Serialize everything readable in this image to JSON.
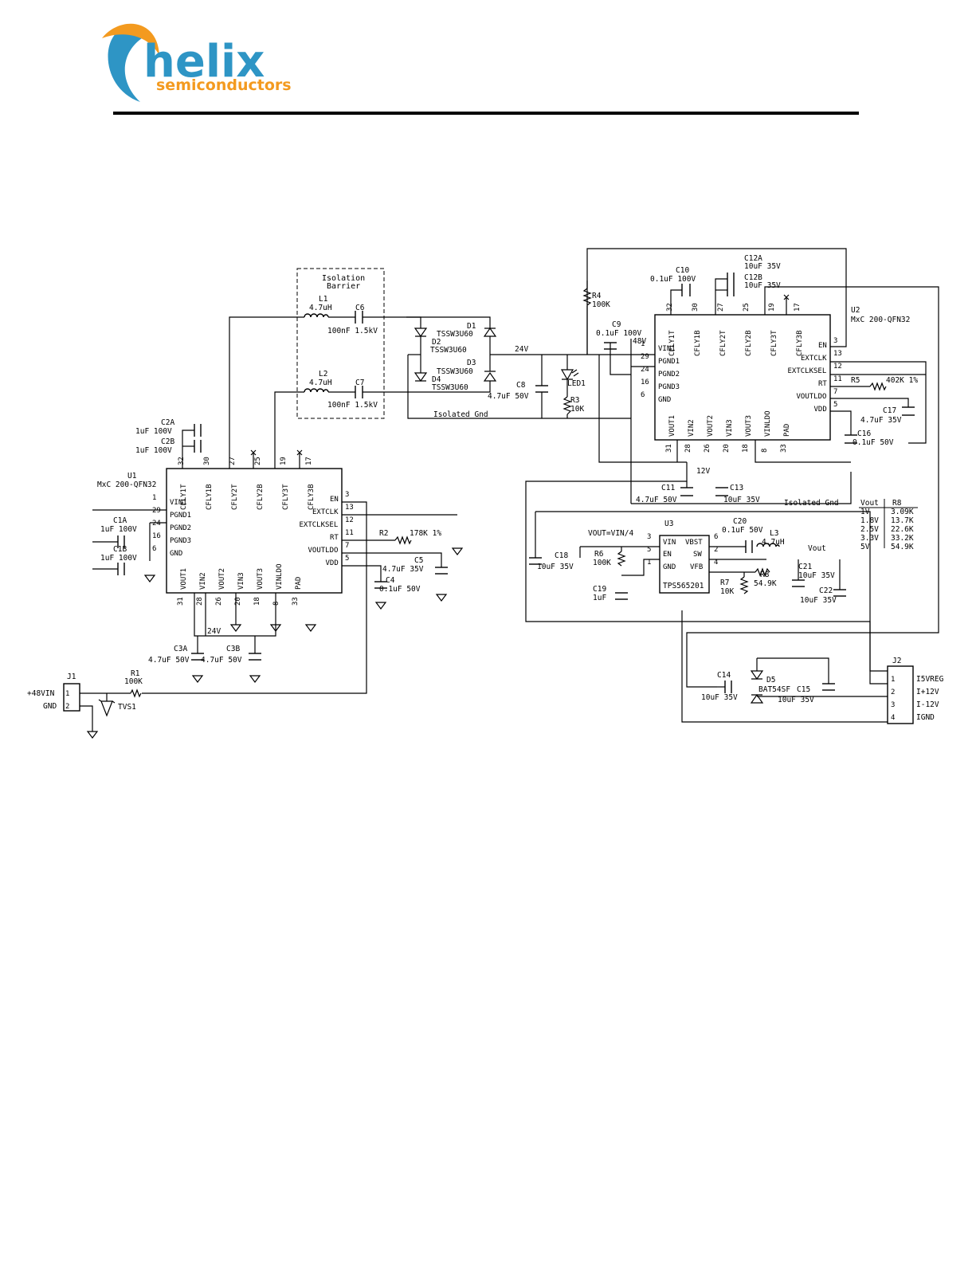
{
  "header": {
    "brand_main": "helix",
    "brand_sub": "semiconductors",
    "colors": {
      "brand_blue": "#2e95c5",
      "brand_orange": "#f39a1f"
    }
  },
  "schematic": {
    "barrier": {
      "line1": "Isolation",
      "line2": "Barrier"
    },
    "u1": {
      "ref": "U1",
      "part": "MxC 200-QFN32",
      "left_pins": [
        {
          "num": "1",
          "name": "VIN1"
        },
        {
          "num": "29",
          "name": "PGND1"
        },
        {
          "num": "24",
          "name": "PGND2"
        },
        {
          "num": "16",
          "name": "PGND3"
        },
        {
          "num": "6",
          "name": "GND"
        }
      ],
      "right_pins": [
        {
          "num": "3",
          "name": "EN"
        },
        {
          "num": "13",
          "name": "EXTCLK"
        },
        {
          "num": "12",
          "name": "EXTCLKSEL"
        },
        {
          "num": "11",
          "name": "RT"
        },
        {
          "num": "7",
          "name": "VOUTLDO"
        },
        {
          "num": "5",
          "name": "VDD"
        }
      ],
      "top_pins": [
        {
          "num": "32",
          "name": "CFLY1T"
        },
        {
          "num": "30",
          "name": "CFLY1B"
        },
        {
          "num": "27",
          "name": "CFLY2T"
        },
        {
          "num": "25",
          "name": "CFLY2B"
        },
        {
          "num": "19",
          "name": "CFLY3T"
        },
        {
          "num": "17",
          "name": "CFLY3B"
        }
      ],
      "bottom_pins": [
        {
          "num": "31",
          "name": "VOUT1"
        },
        {
          "num": "28",
          "name": "VIN2"
        },
        {
          "num": "26",
          "name": "VOUT2"
        },
        {
          "num": "20",
          "name": "VIN3"
        },
        {
          "num": "18",
          "name": "VOUT3"
        },
        {
          "num": "8",
          "name": "VINLDO"
        },
        {
          "num": "33",
          "name": "PAD"
        }
      ]
    },
    "u2": {
      "ref": "U2",
      "part": "MxC 200-QFN32",
      "left_pins": [
        {
          "num": "1",
          "name": "VIN1"
        },
        {
          "num": "29",
          "name": "PGND1"
        },
        {
          "num": "24",
          "name": "PGND2"
        },
        {
          "num": "16",
          "name": "PGND3"
        },
        {
          "num": "6",
          "name": "GND"
        }
      ],
      "right_pins": [
        {
          "num": "3",
          "name": "EN"
        },
        {
          "num": "13",
          "name": "EXTCLK"
        },
        {
          "num": "12",
          "name": "EXTCLKSEL"
        },
        {
          "num": "11",
          "name": "RT"
        },
        {
          "num": "7",
          "name": "VOUTLDO"
        },
        {
          "num": "5",
          "name": "VDD"
        }
      ],
      "top_pins": [
        {
          "num": "32",
          "name": "CFLY1T"
        },
        {
          "num": "30",
          "name": "CFLY1B"
        },
        {
          "num": "27",
          "name": "CFLY2T"
        },
        {
          "num": "25",
          "name": "CFLY2B"
        },
        {
          "num": "19",
          "name": "CFLY3T"
        },
        {
          "num": "17",
          "name": "CFLY3B"
        }
      ],
      "bottom_pins": [
        {
          "num": "31",
          "name": "VOUT1"
        },
        {
          "num": "28",
          "name": "VIN2"
        },
        {
          "num": "26",
          "name": "VOUT2"
        },
        {
          "num": "20",
          "name": "VIN3"
        },
        {
          "num": "18",
          "name": "VOUT3"
        },
        {
          "num": "8",
          "name": "VINLDO"
        },
        {
          "num": "33",
          "name": "PAD"
        }
      ]
    },
    "u3": {
      "ref": "U3",
      "part": "TPS565201",
      "pins": [
        {
          "num": "3",
          "name": "VIN"
        },
        {
          "num": "5",
          "name": "EN"
        },
        {
          "num": "1",
          "name": "GND"
        },
        {
          "num": "6",
          "name": "VBST"
        },
        {
          "num": "2",
          "name": "SW"
        },
        {
          "num": "4",
          "name": "VFB"
        }
      ]
    },
    "components": {
      "l1": [
        "L1",
        "4.7uH"
      ],
      "l2": [
        "L2",
        "4.7uH"
      ],
      "l3": [
        "L3",
        "4.7uH"
      ],
      "c6": [
        "C6",
        "100nF 1.5kV"
      ],
      "c7": [
        "C7",
        "100nF 1.5kV"
      ],
      "d1": "D1",
      "d1p": "TSSW3U60",
      "d2": "D2",
      "d2p": "TSSW3U60",
      "d3": "D3",
      "d3p": "TSSW3U60",
      "d4": "D4",
      "d4p": "TSSW3U60",
      "c8": [
        "C8",
        "4.7uF 50V"
      ],
      "led1": "LED1",
      "r3": [
        "R3",
        "10K"
      ],
      "r4": [
        "R4",
        "100K"
      ],
      "c9": [
        "C9",
        "0.1uF 100V"
      ],
      "c10": [
        "C10",
        "0.1uF 100V"
      ],
      "c12a": [
        "C12A",
        "10uF 35V"
      ],
      "c12b": [
        "C12B",
        "10uF 35V"
      ],
      "r5": [
        "R5",
        "402K 1%"
      ],
      "c17": [
        "C17",
        "4.7uF 35V"
      ],
      "c16": [
        "C16",
        "0.1uF 50V"
      ],
      "c11": [
        "C11",
        "4.7uF 50V"
      ],
      "c13": [
        "C13",
        "10uF 35V"
      ],
      "c2a": [
        "C2A",
        "1uF 100V"
      ],
      "c2b": [
        "C2B",
        "1uF 100V"
      ],
      "c1a": [
        "C1A",
        "1uF 100V"
      ],
      "c1b": [
        "C1B",
        "1uF 100V"
      ],
      "r2": [
        "R2",
        "178K 1%"
      ],
      "c5": [
        "C5",
        "4.7uF 35V"
      ],
      "c4": [
        "C4",
        "0.1uF 50V"
      ],
      "c3a": [
        "C3A",
        "4.7uF 50V"
      ],
      "c3b": [
        "C3B",
        "4.7uF 50V"
      ],
      "r1": [
        "R1",
        "100K"
      ],
      "tvs1": "TVS1",
      "c18": [
        "C18",
        "10uF 35V"
      ],
      "r6": [
        "R6",
        "100K"
      ],
      "c19": [
        "C19",
        "1uF"
      ],
      "c20": [
        "C20",
        "0.1uF 50V"
      ],
      "r8": [
        "R8",
        "54.9K"
      ],
      "r7": [
        "R7",
        "10K"
      ],
      "c21": [
        "C21",
        "10uF 35V"
      ],
      "c22": [
        "C22",
        "10uF 35V"
      ],
      "c14": [
        "C14",
        "10uF 35V"
      ],
      "c15": [
        "C15",
        "10uF 35V"
      ],
      "d5": [
        "D5",
        "BAT54SF"
      ]
    },
    "nets": {
      "v24_top": "24V",
      "v24_bottom": "24V",
      "v48": "48V",
      "v12": "12V",
      "iso_gnd_top": "Isolated Gnd",
      "iso_gnd_right": "Isolated Gnd",
      "vout_eq": "VOUT=VIN/4",
      "vout": "Vout"
    },
    "j1": {
      "ref": "J1",
      "pins": [
        {
          "num": "1",
          "label": "+48VIN"
        },
        {
          "num": "2",
          "label": "GND"
        }
      ]
    },
    "j2": {
      "ref": "J2",
      "pins": [
        {
          "num": "1",
          "label": "I5VREG"
        },
        {
          "num": "2",
          "label": "I+12V"
        },
        {
          "num": "3",
          "label": "I-12V"
        },
        {
          "num": "4",
          "label": "IGND"
        }
      ]
    },
    "r8_table": {
      "headers": [
        "Vout",
        "R8"
      ],
      "rows": [
        [
          "1V",
          "3.09K"
        ],
        [
          "1.8V",
          "13.7K"
        ],
        [
          "2.5V",
          "22.6K"
        ],
        [
          "3.3V",
          "33.2K"
        ],
        [
          "5V",
          "54.9K"
        ]
      ]
    }
  }
}
